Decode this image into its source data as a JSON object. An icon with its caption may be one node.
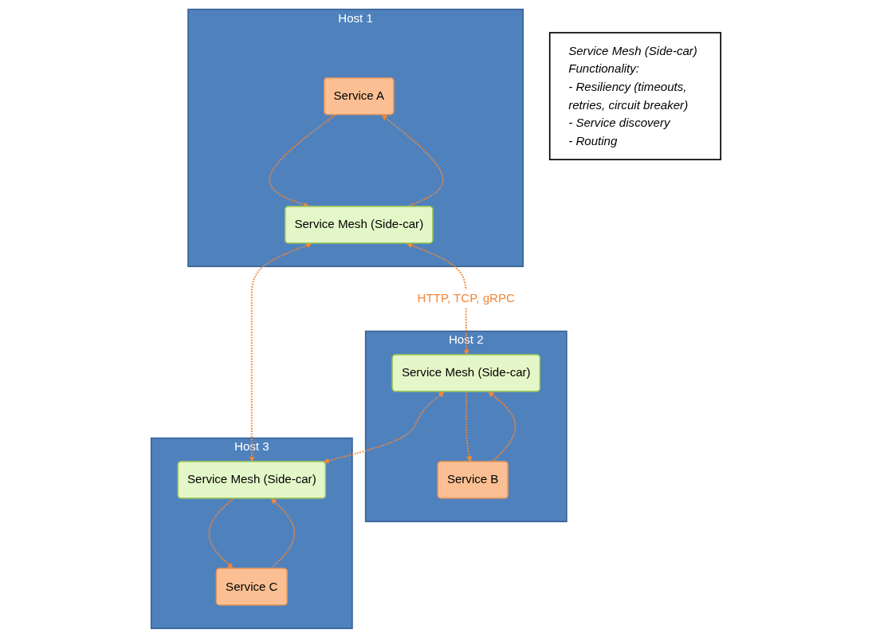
{
  "diagram": {
    "nodes": [
      {
        "text": [
          "Host 1"
        ]
      },
      {
        "text": [
          "Service A"
        ],
        "in": 0
      },
      {
        "text": [
          "Service Mesh (Side-car)"
        ],
        "in": 0
      },
      {
        "text": [
          "Host 2"
        ]
      },
      {
        "text": [
          "Service B"
        ],
        "in": 3
      },
      {
        "text": [
          "Service Mesh (Side-car)"
        ],
        "in": 3
      },
      {
        "text": [
          "Host 3"
        ]
      },
      {
        "text": [
          "Service C"
        ],
        "in": 6
      },
      {
        "text": [
          "Service Mesh (Side-car)"
        ],
        "in": 6
      },
      {
        "text": [
          "Service Mesh (Side-car) Functionality:",
          "- Resiliency (timeouts, retries, circuit breaker)",
          "- Service discovery",
          "- Routing"
        ]
      }
    ],
    "edges": [
      {
        "from": 1,
        "to": 2,
        "arrow": "to",
        "style": "dashed"
      },
      {
        "from": 2,
        "to": 1,
        "arrow": "to",
        "style": "dashed"
      },
      {
        "from": 4,
        "to": 5,
        "arrow": "to",
        "style": "dashed"
      },
      {
        "from": 5,
        "to": 4,
        "arrow": "to",
        "style": "dashed"
      },
      {
        "from": 7,
        "to": 8,
        "arrow": "to",
        "style": "dashed"
      },
      {
        "from": 8,
        "to": 7,
        "arrow": "to",
        "style": "dashed"
      },
      {
        "from": 2,
        "to": 5,
        "arrow": "both",
        "style": "dashed",
        "label": "HTTP, TCP, gRPC"
      },
      {
        "from": 2,
        "to": 8,
        "arrow": "both",
        "style": "dashed"
      },
      {
        "from": 5,
        "to": 8,
        "arrow": "both",
        "style": "dashed"
      }
    ]
  }
}
